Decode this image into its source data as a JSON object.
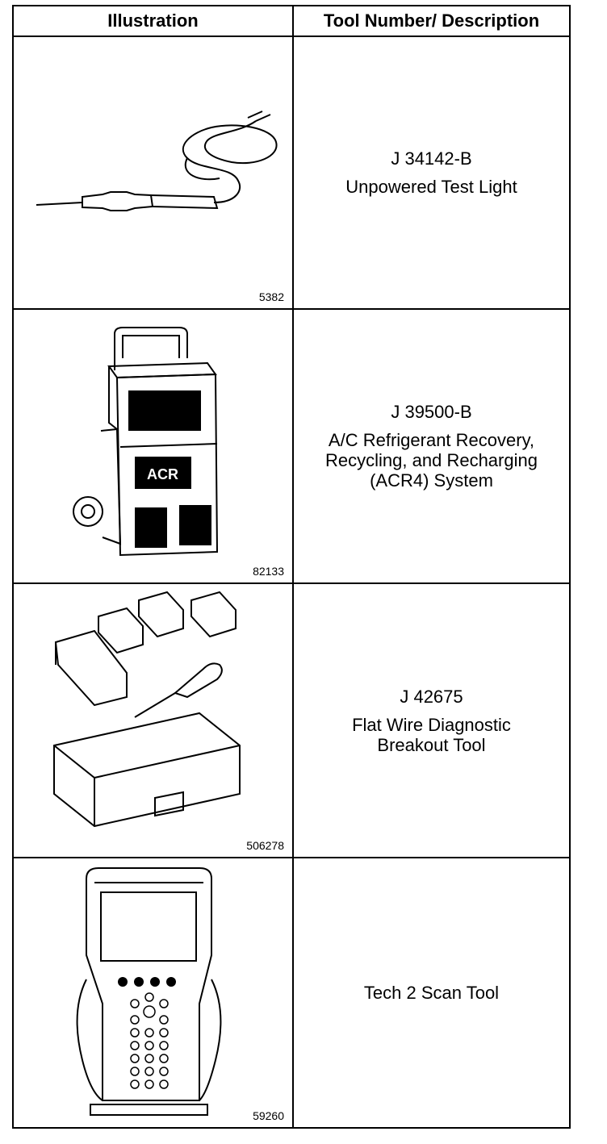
{
  "header": {
    "illustration": "Illustration",
    "tool": "Tool Number/ Description"
  },
  "rows": [
    {
      "figure": "5382",
      "number": "J 34142-B",
      "description": [
        "Unpowered Test Light"
      ],
      "icon": "test-light-icon"
    },
    {
      "figure": "82133",
      "number": "J 39500-B",
      "description": [
        "A/C Refrigerant Recovery,",
        "Recycling, and Recharging",
        "(ACR4) System"
      ],
      "icon": "acr4-machine-icon"
    },
    {
      "figure": "506278",
      "number": "J 42675",
      "description": [
        "Flat Wire Diagnostic",
        "Breakout Tool"
      ],
      "icon": "breakout-kit-icon"
    },
    {
      "figure": "59260",
      "number": "",
      "description": [
        "Tech 2 Scan Tool"
      ],
      "icon": "tech2-scanner-icon"
    }
  ]
}
